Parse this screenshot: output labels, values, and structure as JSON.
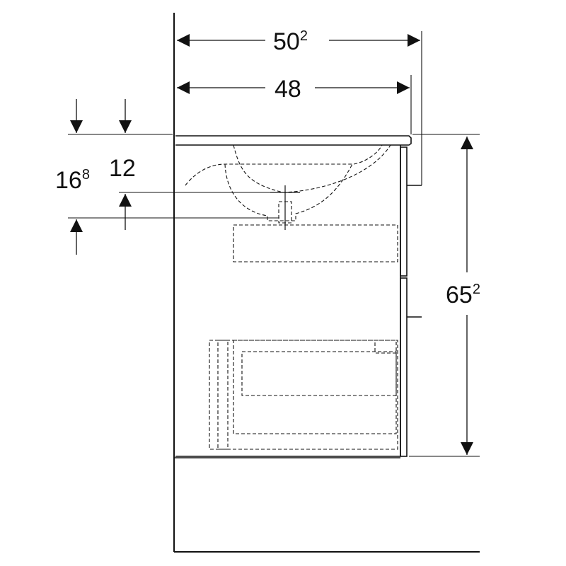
{
  "dimensions": {
    "total_depth": {
      "main": "50",
      "sup": "2"
    },
    "cabinet_depth": {
      "main": "48"
    },
    "height": {
      "main": "65",
      "sup": "2"
    },
    "drain_height_outer": {
      "main": "16",
      "sup": "8"
    },
    "drain_height_inner": {
      "main": "12"
    }
  },
  "colors": {
    "line": "#111111",
    "background": "#ffffff"
  }
}
